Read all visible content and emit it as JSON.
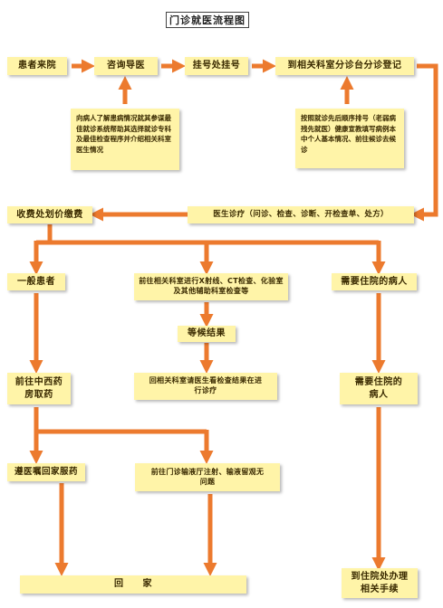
{
  "title": "门诊就医流程图",
  "nodes": {
    "patient_arrival": "患者来院",
    "consult_guide": "咨询导医",
    "registration": "挂号处挂号",
    "triage_register": "到相关科室分诊台分诊登记",
    "doctor_diagnosis": "医生诊疗（问诊、检查、诊断、开检查单、处方）",
    "payment": "收费处划价缴费",
    "general_patient": "一般患者",
    "exam_dept": "前往相关科室进行X射线、CT检查、化验室及其他辅助科室检查等",
    "hospitalize_need": "需要住院的病人",
    "wait_results": "等候结果",
    "pharmacy": "前往中西药房取药",
    "return_doctor": "回相关科室请医生看检查结果在进行诊疗",
    "hospitalize_patient": "需要住院的病人",
    "take_home": "遵医嘱回家服药",
    "infusion": "前往门诊输液厅注射、输液留观无问题",
    "home": "回　　家",
    "admission": "到住院处办理相关手续"
  },
  "notes": {
    "consult_note": "向病人了解患病情况就其参谋最佳就诊系统帮助其选择就诊专科及最佳检查程序并介绍相关科室医生情况",
    "triage_note": "按照就诊先后顺序排号（老弱病残先就医）健康宣教填写病例本中个人基本情况、前往候诊去候诊"
  },
  "colors": {
    "box_fill": "#fff4a8",
    "arrow": "#ec7a2e"
  }
}
